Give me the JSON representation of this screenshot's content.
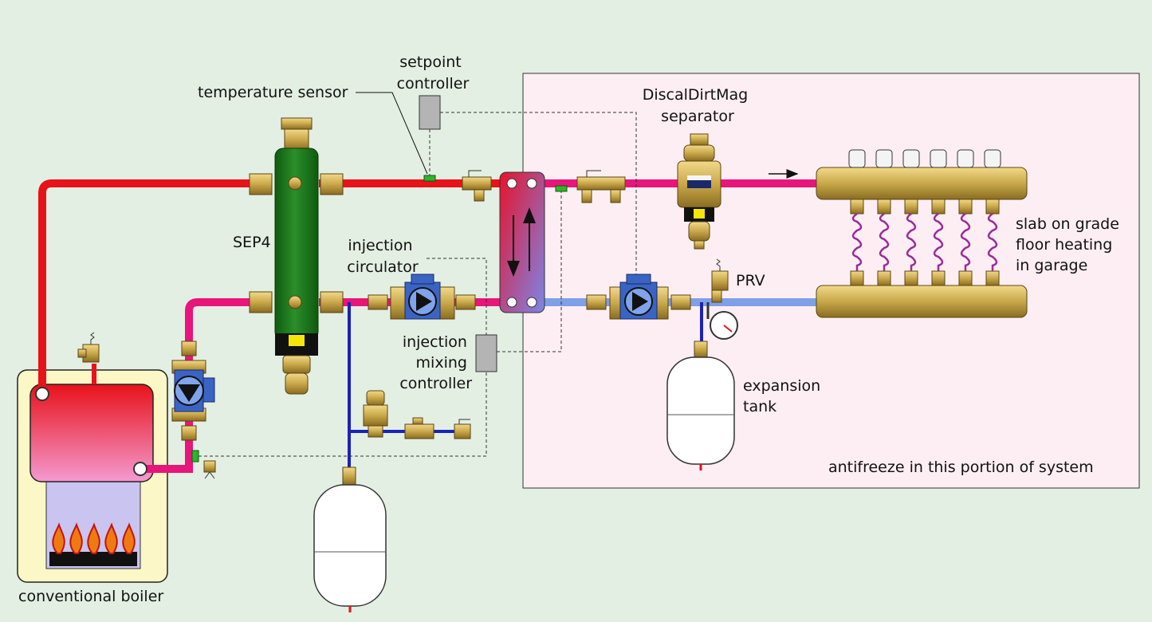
{
  "labels": {
    "setpoint_controller": [
      "setpoint",
      "controller"
    ],
    "temperature_sensor": "temperature sensor",
    "discal_separator": [
      "DiscalDirtMag",
      "separator"
    ],
    "sep4": "SEP4",
    "injection_circulator": [
      "injection",
      "circulator"
    ],
    "injection_mixing_controller": [
      "injection",
      "mixing",
      "controller"
    ],
    "slab_heating": [
      "slab on grade",
      "floor heating",
      "in garage"
    ],
    "prv": "PRV",
    "expansion_tank": [
      "expansion",
      "tank"
    ],
    "antifreeze_note": "antifreeze in this portion of system",
    "conventional_boiler": "conventional boiler"
  },
  "colors": {
    "background": "#e3efe3",
    "antifreeze_zone": "#fdeef3",
    "supply_hot": "#e8121a",
    "supply_warm": "#e8157a",
    "return_cool": "#7f9fe6",
    "cold_water": "#1a22b8",
    "hydraulic_separator": "#1d7a1d",
    "brass": "#c9a84a",
    "boiler_body": "#fbf7c6",
    "controller_box": "#b4b4b4"
  },
  "components": {
    "manifold_loop_count": 6,
    "flame_count": 5
  }
}
